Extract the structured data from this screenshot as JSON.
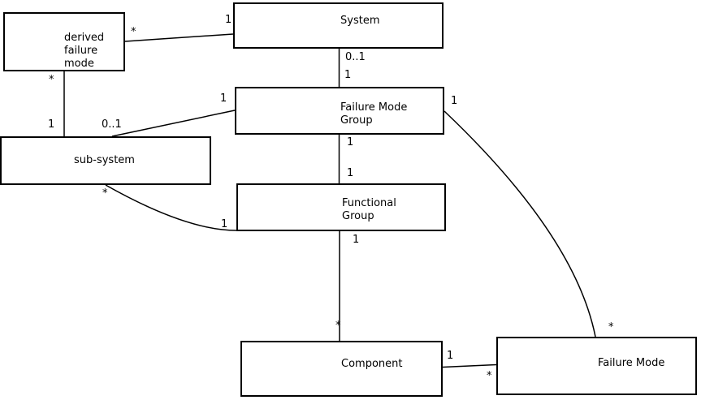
{
  "boxes": {
    "derived_failure_mode": {
      "label": "derived\nfailure\nmode"
    },
    "system": {
      "label": "System"
    },
    "failure_mode_group": {
      "label": "Failure Mode\nGroup"
    },
    "sub_system": {
      "label": "sub-system"
    },
    "functional_group": {
      "label": "Functional\nGroup"
    },
    "component": {
      "label": "Component"
    },
    "failure_mode": {
      "label": "Failure Mode"
    }
  },
  "associations": [
    {
      "a": "System",
      "b": "derived failure mode",
      "a_mult": "1",
      "b_mult": "*"
    },
    {
      "a": "derived failure mode",
      "b": "sub-system",
      "a_mult": "*",
      "b_mult": "1"
    },
    {
      "a": "System",
      "b": "Failure Mode Group",
      "a_mult": "0..1",
      "b_mult": "1"
    },
    {
      "a": "sub-system",
      "b": "Failure Mode Group",
      "a_mult": "0..1",
      "b_mult": "1"
    },
    {
      "a": "Failure Mode Group",
      "b": "Functional Group",
      "a_mult": "1",
      "b_mult": "1"
    },
    {
      "a": "Functional Group",
      "b": "Component",
      "a_mult": "1",
      "b_mult": "*"
    },
    {
      "a": "sub-system",
      "b": "Functional Group",
      "a_mult": "*",
      "b_mult": "1"
    },
    {
      "a": "Failure Mode Group",
      "b": "Failure Mode",
      "a_mult": "1",
      "b_mult": "*"
    },
    {
      "a": "Component",
      "b": "Failure Mode",
      "a_mult": "1",
      "b_mult": "*"
    }
  ],
  "colors": {
    "line": "#000000",
    "text": "#000000",
    "background": "#ffffff"
  }
}
